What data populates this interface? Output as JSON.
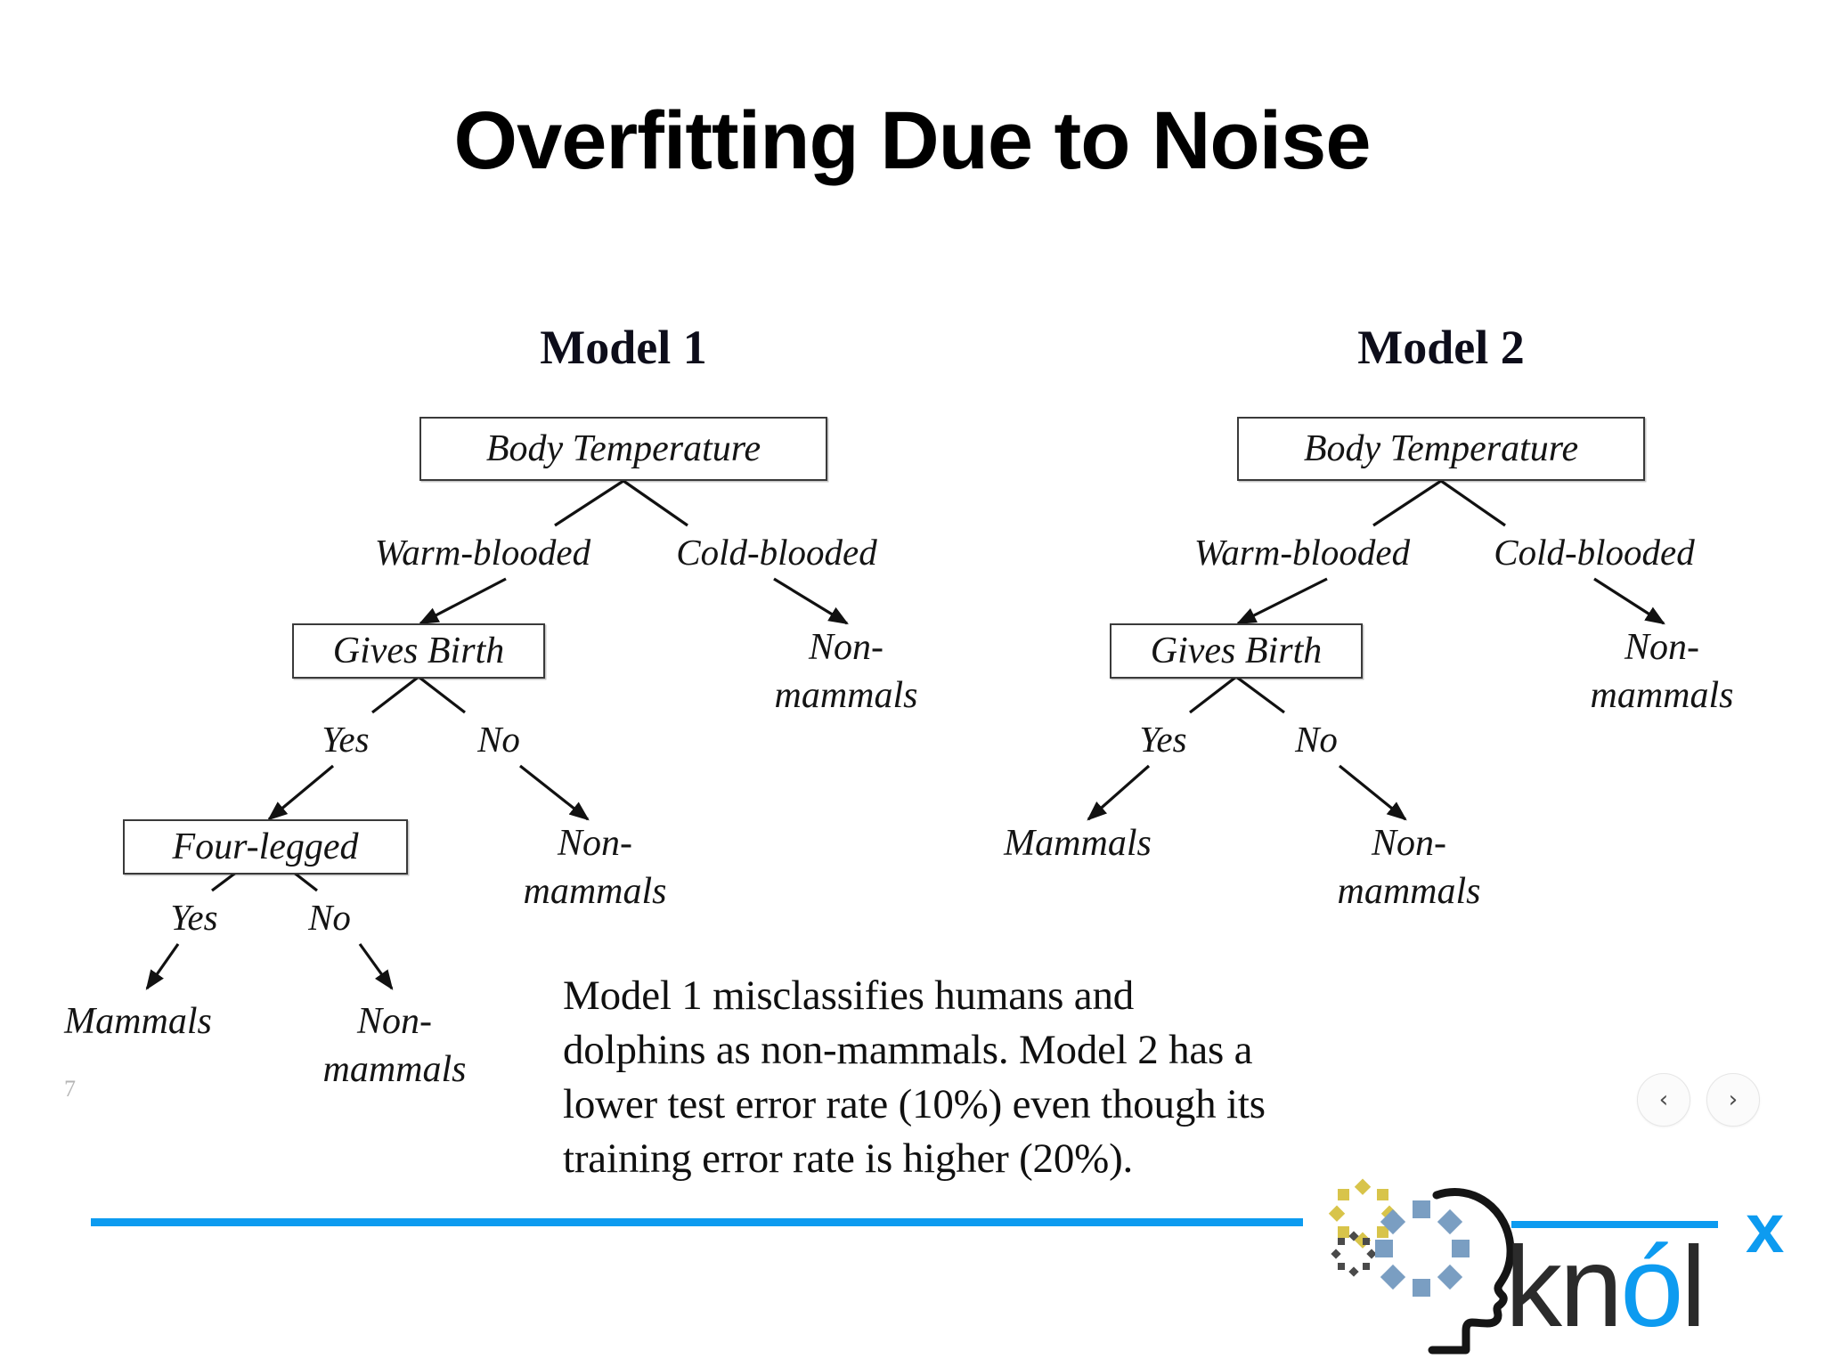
{
  "slide": {
    "title": "Overfitting Due to Noise",
    "page_number": "7",
    "accent_color": "#0d9bf0"
  },
  "models": [
    {
      "heading": "Model 1",
      "root": {
        "label": "Body Temperature"
      },
      "branches": {
        "warm": "Warm-blooded",
        "cold": "Cold-blooded",
        "gives_birth_yes": "Yes",
        "gives_birth_no": "No",
        "four_legged_yes": "Yes",
        "four_legged_no": "No"
      },
      "nodes": {
        "gives_birth": "Gives Birth",
        "four_legged": "Four-legged"
      },
      "leaves": {
        "cold_leaf": "Non-\nmammals",
        "gives_birth_no_leaf": "Non-\nmammals",
        "four_legged_yes_leaf": "Mammals",
        "four_legged_no_leaf": "Non-\nmammals"
      }
    },
    {
      "heading": "Model 2",
      "root": {
        "label": "Body Temperature"
      },
      "branches": {
        "warm": "Warm-blooded",
        "cold": "Cold-blooded",
        "gives_birth_yes": "Yes",
        "gives_birth_no": "No"
      },
      "nodes": {
        "gives_birth": "Gives Birth"
      },
      "leaves": {
        "cold_leaf": "Non-\nmammals",
        "gives_birth_yes_leaf": "Mammals",
        "gives_birth_no_leaf": "Non-\nmammals"
      }
    }
  ],
  "caption": "Model 1 misclassifies humans and dolphins as non-mammals. Model 2 has a lower test error rate (10%) even though its training error rate is higher (20%).",
  "navigation": {
    "previous": "‹",
    "next": "›"
  },
  "logo": {
    "word_kn": "kn",
    "word_o": "ó",
    "word_l": "l",
    "superscript": "x"
  }
}
